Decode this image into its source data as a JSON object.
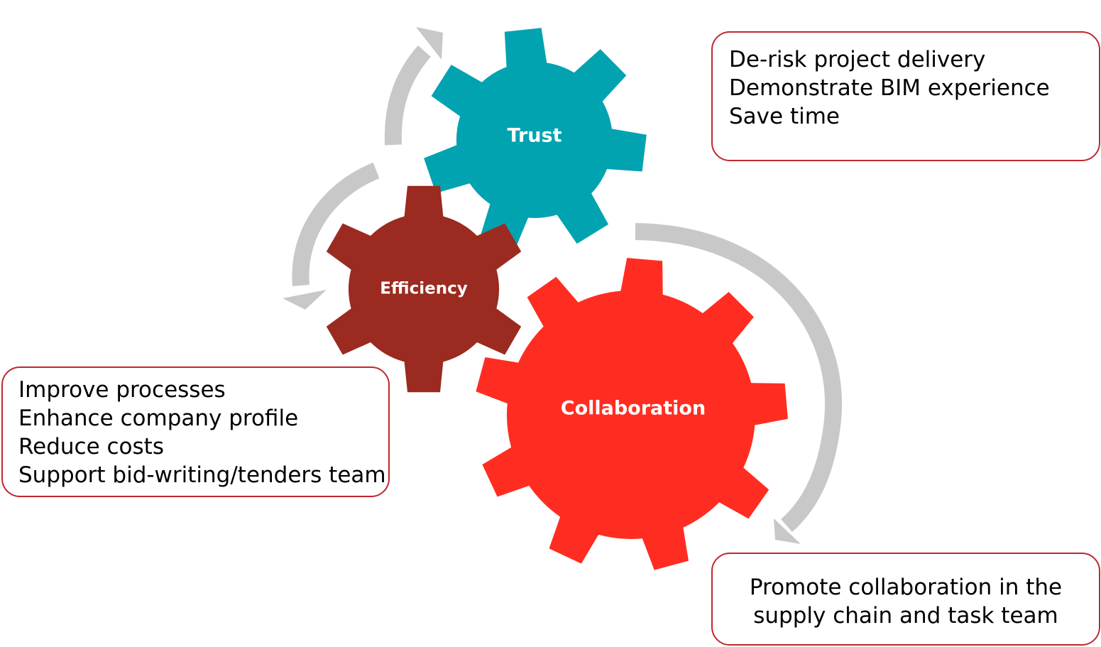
{
  "colors": {
    "trust_gear": "#02a3b0",
    "efficiency_gear": "#9b2a20",
    "collaboration_gear": "#ff2d21",
    "arrow": "#c8c8c8",
    "box_border": "#c0282e"
  },
  "gears": {
    "trust": {
      "label": "Trust"
    },
    "efficiency": {
      "label": "Efficiency"
    },
    "collaboration": {
      "label": "Collaboration"
    }
  },
  "boxes": {
    "trust": {
      "lines": [
        "De-risk project delivery",
        "Demonstrate BIM experience",
        "Save time"
      ]
    },
    "efficiency": {
      "lines": [
        "Improve processes",
        "Enhance company profile",
        "Reduce costs",
        "Support bid-writing/tenders team"
      ]
    },
    "collaboration": {
      "lines": [
        "Promote collaboration in the",
        "supply chain and task team"
      ]
    }
  }
}
